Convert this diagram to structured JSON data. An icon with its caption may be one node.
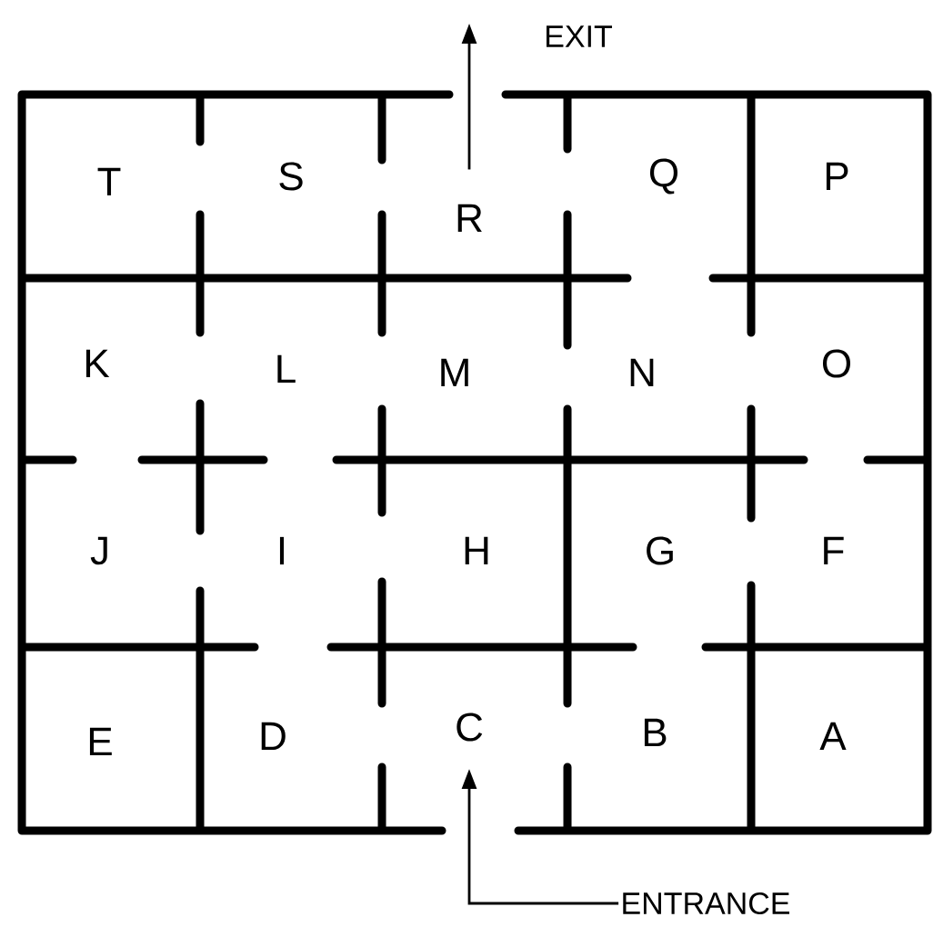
{
  "diagram": {
    "nodes": [
      {
        "text": [
          "T"
        ]
      },
      {
        "text": [
          "S"
        ]
      },
      {
        "text": [
          "R"
        ]
      },
      {
        "text": [
          "Q"
        ]
      },
      {
        "text": [
          "P"
        ]
      },
      {
        "text": [
          "K"
        ]
      },
      {
        "text": [
          "L"
        ]
      },
      {
        "text": [
          "M"
        ]
      },
      {
        "text": [
          "N"
        ]
      },
      {
        "text": [
          "O"
        ]
      },
      {
        "text": [
          "J"
        ]
      },
      {
        "text": [
          "I"
        ]
      },
      {
        "text": [
          "H"
        ]
      },
      {
        "text": [
          "G"
        ]
      },
      {
        "text": [
          "F"
        ]
      },
      {
        "text": [
          "E"
        ]
      },
      {
        "text": [
          "D"
        ]
      },
      {
        "text": [
          "C"
        ]
      },
      {
        "text": [
          "B"
        ]
      },
      {
        "text": [
          "A"
        ]
      },
      {
        "text": [
          "EXIT"
        ]
      },
      {
        "text": [
          "ENTRANCE"
        ]
      }
    ],
    "edges": [
      {
        "from": 2,
        "to": 20,
        "arrow": "to"
      },
      {
        "from": 21,
        "to": 17,
        "arrow": "to"
      }
    ]
  }
}
